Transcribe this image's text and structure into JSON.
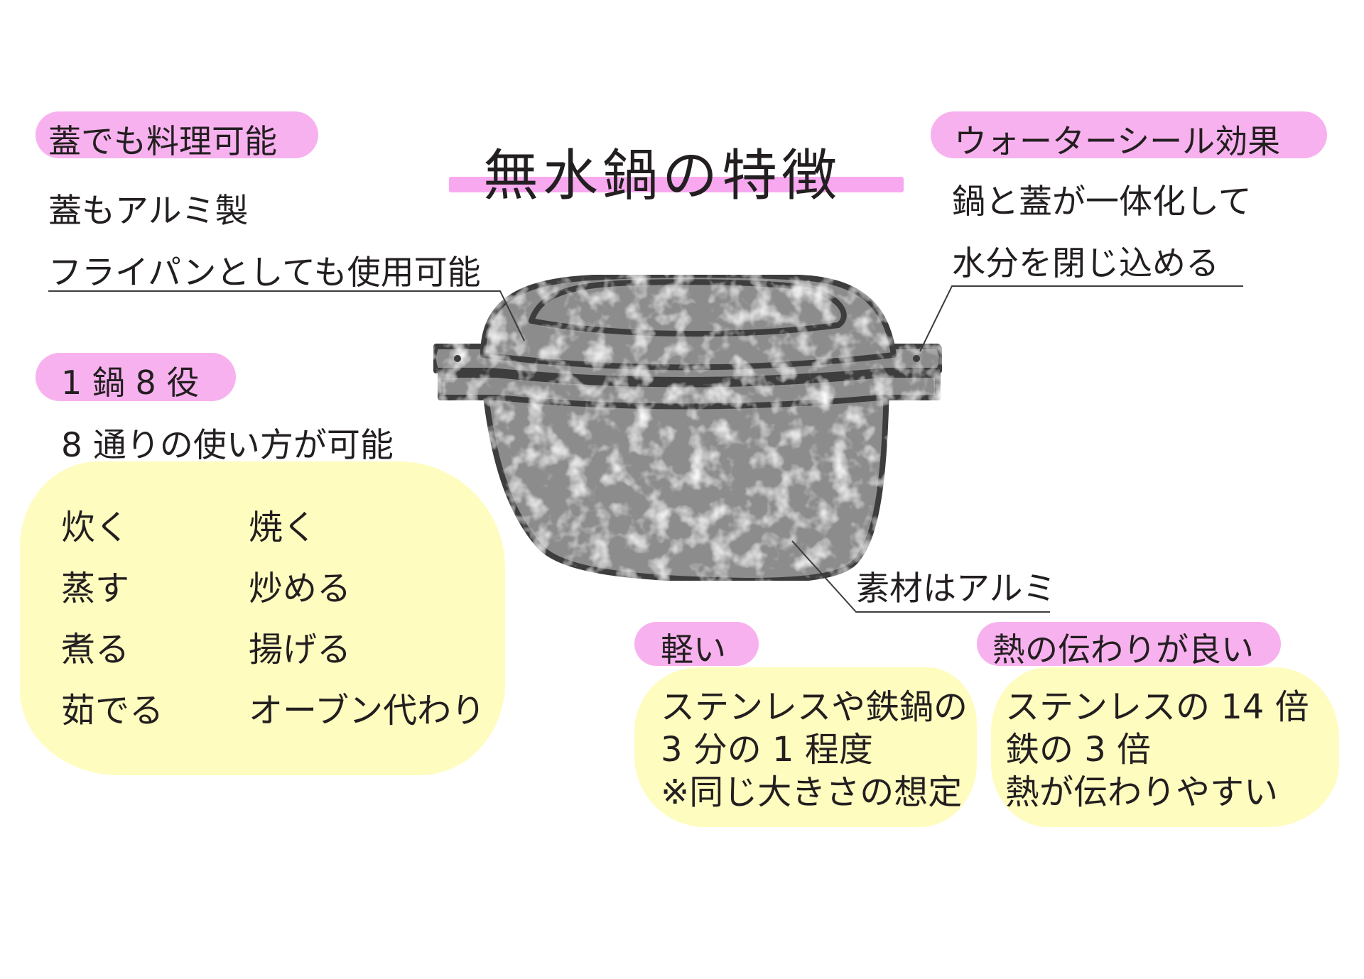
{
  "title": "無水鍋の特徴",
  "lid": {
    "label": "蓋でも料理可能",
    "lines": [
      "蓋もアルミ製",
      "フライパンとしても使用可能"
    ]
  },
  "water_seal": {
    "label": "ウォーターシール効果",
    "lines": [
      "鍋と蓋が一体化して",
      "水分を閉じ込める"
    ]
  },
  "multi_use": {
    "label": "1 鍋 8 役",
    "subtitle": "8 通りの使い方が可能",
    "methods_left": [
      "炊く",
      "蒸す",
      "煮る",
      "茹でる"
    ],
    "methods_right": [
      "焼く",
      "炒める",
      "揚げる",
      "オーブン代わり"
    ]
  },
  "material": {
    "text": "素材はアルミ"
  },
  "light": {
    "label": "軽い",
    "lines": [
      "ステンレスや鉄鍋の",
      "3 分の 1 程度",
      "※同じ大きさの想定"
    ]
  },
  "heat": {
    "label": "熱の伝わりが良い",
    "lines": [
      "ステンレスの 14 倍",
      "鉄の 3 倍",
      "熱が伝わりやすい"
    ]
  },
  "colors": {
    "pink": "#f8b1ef",
    "yellow": "#fefcbf",
    "pot_gray": "#8c8c8c",
    "outline": "#3d3d3d"
  }
}
